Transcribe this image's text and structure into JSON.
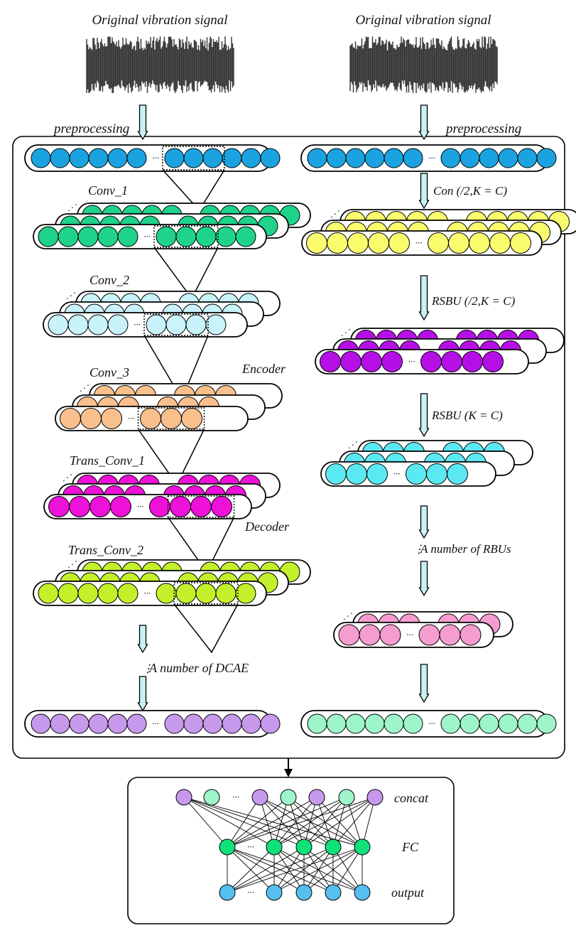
{
  "titles": {
    "left_signal": "Original vibration signal",
    "right_signal": "Original vibration signal"
  },
  "labels": {
    "preprocessing_left": "preprocessing",
    "preprocessing_right": "preprocessing",
    "conv1": "Conv_1",
    "conv2": "Conv_2",
    "conv3": "Conv_3",
    "trans_conv1": "Trans_Conv_1",
    "trans_conv2": "Trans_Conv_2",
    "encoder": "Encoder",
    "decoder": "Decoder",
    "dcae_repeat": "A number of DCAE",
    "con_step": "Con (/2,K = C)",
    "rsbu_step1": "RSBU (/2,K = C)",
    "rsbu_step2": "RSBU (K = C)",
    "rbu_repeat": "A number of RBUs",
    "concat": "concat",
    "fc": "FC",
    "output": "output",
    "ellipsis": "···"
  },
  "colors": {
    "blue": "#1aa3e0",
    "green": "#1fd38a",
    "lightcyan": "#c8f3fb",
    "peach": "#f9bf8c",
    "magenta": "#ee11d8",
    "lime": "#c3f02a",
    "lavender": "#c799ec",
    "yellow": "#fbfb6e",
    "purple": "#b60fe6",
    "cyan": "#5ae9f2",
    "pink": "#f59cd0",
    "mint": "#9ef5c9",
    "arrow_fill": "#c8f1f4",
    "fc_green": "#12e07a",
    "out_blue": "#55bff0"
  }
}
